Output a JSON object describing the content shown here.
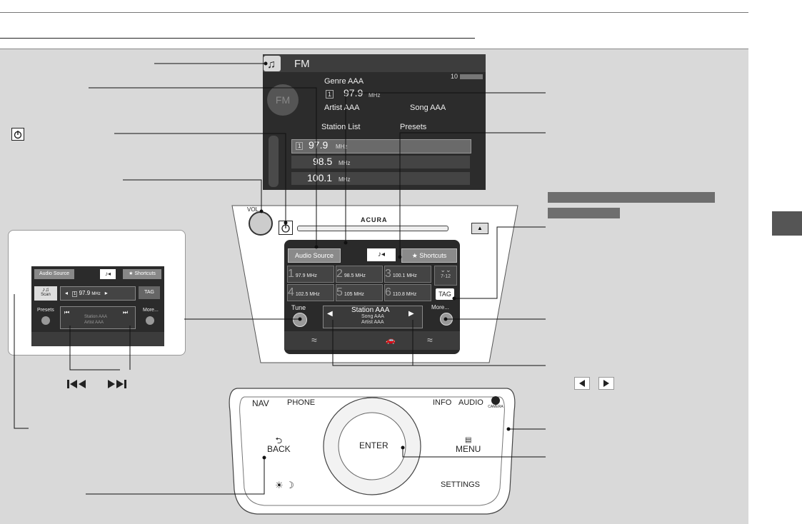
{
  "screen": {
    "source": "FM",
    "genre": "Genre AAA",
    "preset_badge": "1",
    "frequency": "97.9",
    "unit": "MHz",
    "artist": "Artist AAA",
    "song": "Song AAA",
    "volume": "10",
    "tab_station_list": "Station List",
    "tab_presets": "Presets",
    "stations": [
      {
        "badge": "1",
        "freq": "97.9",
        "unit": "MHz"
      },
      {
        "badge": "",
        "freq": "98.5",
        "unit": "MHz"
      },
      {
        "badge": "",
        "freq": "100.1",
        "unit": "MHz"
      }
    ]
  },
  "console": {
    "vol_label": "VOL",
    "brand": "ACURA",
    "audio_source": "Audio Source",
    "shortcuts": "Shortcuts",
    "presets": [
      {
        "num": "1",
        "label": "97.9 MHz"
      },
      {
        "num": "2",
        "label": "98.5 MHz"
      },
      {
        "num": "3",
        "label": "100.1 MHz"
      },
      {
        "num": "4",
        "label": "102.5 MHz"
      },
      {
        "num": "5",
        "label": "105 MHz"
      },
      {
        "num": "6",
        "label": "110.8 MHz"
      }
    ],
    "page_range": "7-12",
    "tag": "TAG",
    "tune": "Tune",
    "station": "Station AAA",
    "song": "Song AAA",
    "artist": "Artist AAA",
    "more": "More..."
  },
  "inset": {
    "audio_source": "Audio Source",
    "shortcuts": "Shortcuts",
    "freq": "97.9",
    "unit": "MHz",
    "preset_badge": "1",
    "tag": "TAG",
    "scan": "Scan",
    "presets": "Presets",
    "more": "More...",
    "station": "Station AAA",
    "artist": "Artist AAA"
  },
  "controller": {
    "nav": "NAV",
    "phone": "PHONE",
    "info": "INFO",
    "audio": "AUDIO",
    "camera": "CAMERA",
    "back": "BACK",
    "enter": "ENTER",
    "menu": "MENU",
    "settings": "SETTINGS"
  }
}
